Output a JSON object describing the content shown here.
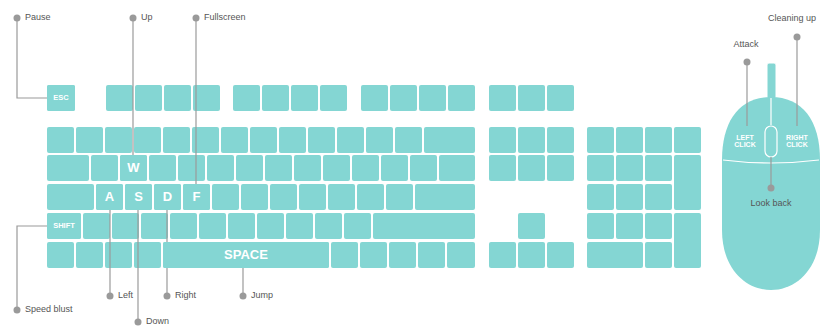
{
  "diagram": {
    "nodes": [
      {
        "text": [
          "ESC"
        ]
      },
      {
        "text": [
          "W"
        ]
      },
      {
        "text": [
          "A"
        ]
      },
      {
        "text": [
          "S"
        ]
      },
      {
        "text": [
          "D"
        ]
      },
      {
        "text": [
          "F"
        ]
      },
      {
        "text": [
          "SHIFT"
        ]
      },
      {
        "text": [
          "SPACE"
        ]
      },
      {
        "text": [
          "LEFT CLICK"
        ]
      },
      {
        "text": [
          "RIGHT CLICK"
        ]
      }
    ],
    "labels": [
      "Pause",
      "Up",
      "Fullscreen",
      "Cleaning up",
      "Attack",
      "Look back",
      "Speed blust",
      "Left",
      "Right",
      "Jump",
      "Down"
    ]
  }
}
